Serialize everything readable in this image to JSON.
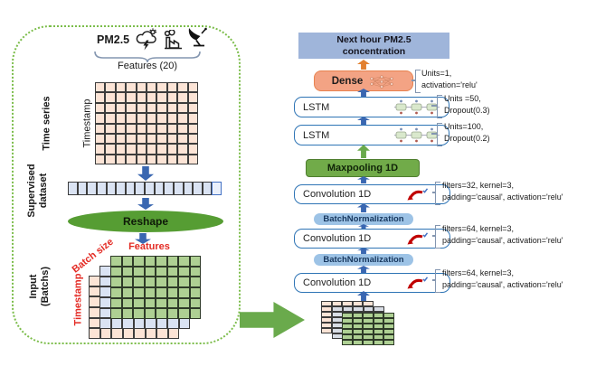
{
  "colors": {
    "panel_border": "#7cbd4b",
    "accent_green": "#6aaa4c",
    "reshape_fill": "#569d33",
    "maxpool_fill": "#71ab49",
    "arrow_blue": "#3a67b1",
    "arrow_orange": "#e2802f",
    "output_fill": "#9fb5da",
    "dense_fill": "#f3a384",
    "dense_border": "#e8824f",
    "box_border": "#2e74b5",
    "batchnorm_fill": "#9dc3e6",
    "grid_peach": "#fce4d6",
    "grid_blue": "#dae3f3",
    "grid_green": "#aed093",
    "grid_gray": "#d8dde5",
    "red_label": "#e32b24"
  },
  "left_panel": {
    "pm_label": "PM2.5",
    "features_brace_label": "Features (20)",
    "time_series_label": "Time series",
    "timestamp_label": "Timestamp",
    "main_grid": {
      "cols": 10,
      "rows": 8
    },
    "supervised_label": {
      "line1": "Supervised",
      "line2": "dataset"
    },
    "supervised_row": {
      "cols": 16,
      "rows": 1
    },
    "reshape_label": "Reshape",
    "batch_labels": {
      "features": "Features",
      "batch_size": "Batch size",
      "timestamp": "Timestamp"
    },
    "input_label": {
      "line1": "Input",
      "line2": "(Batchs)"
    },
    "batch_grid": {
      "cols": 8,
      "rows": 6
    }
  },
  "pipeline": {
    "output_box": {
      "line1": "Next hour PM2.5",
      "line2": "concentration"
    },
    "dense": {
      "label": "Dense",
      "params": [
        "Units=1,",
        "activation='relu'"
      ]
    },
    "lstm1": {
      "label": "LSTM",
      "params": [
        "Units =50,",
        "Dropout(0.3)"
      ]
    },
    "lstm2": {
      "label": "LSTM",
      "params": [
        "Units=100,",
        "Dropout(0.2)"
      ]
    },
    "maxpool": {
      "label": "Maxpooling 1D"
    },
    "conv1": {
      "label": "Convolution 1D",
      "params": [
        "filters=32, kernel=3,",
        "padding='causal', activation='relu'"
      ]
    },
    "batchnorm1": {
      "label": "BatchNormalization"
    },
    "conv2": {
      "label": "Convolution 1D",
      "params": [
        "filters=64, kernel=3,",
        "padding='causal', activation='relu'"
      ]
    },
    "batchnorm2": {
      "label": "BatchNormalization"
    },
    "conv3": {
      "label": "Convolution 1D",
      "params": [
        "filters=64, kernel=3,",
        "padding='causal', activation='relu'"
      ]
    },
    "batch_grid": {
      "cols": 5,
      "rows": 6
    }
  }
}
